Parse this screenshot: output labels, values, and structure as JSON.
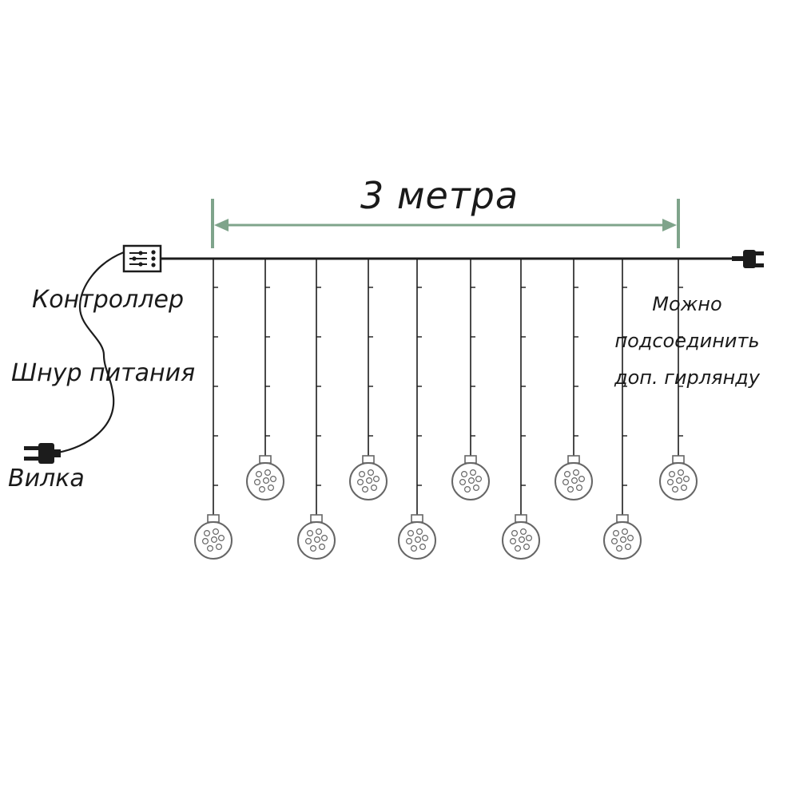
{
  "labels": {
    "dimension": "3 метра",
    "controller": "Контроллер",
    "power_cord": "Шнур питания",
    "plug": "Вилка",
    "extension_line1": "Можно",
    "extension_line2": "подсоединить",
    "extension_line3": "доп. гирлянду"
  },
  "colors": {
    "line": "#1c1c1c",
    "dimension": "#7fa48b",
    "bulb": "#666666",
    "background": "#ffffff"
  },
  "icons": {
    "controller": "controller-box-icon",
    "plug": "power-plug-icon",
    "connector": "end-connector-icon",
    "bulb": "ball-bulb-icon"
  }
}
